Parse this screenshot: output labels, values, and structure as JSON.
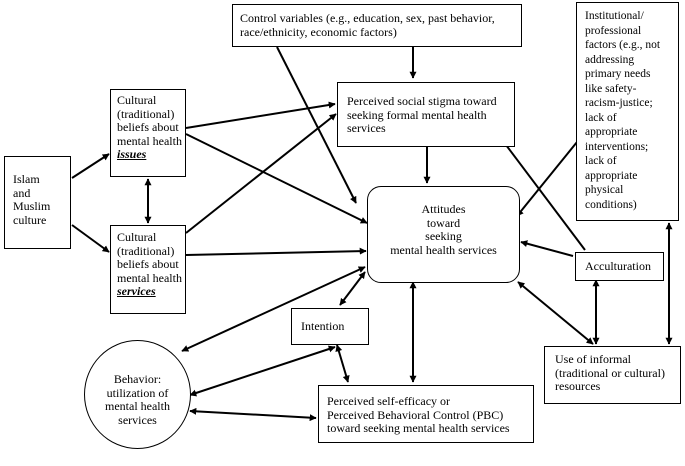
{
  "nodes": {
    "islam": {
      "lines": [
        "Islam",
        "and",
        "Muslim",
        "culture"
      ]
    },
    "cult_issues": {
      "lines": [
        "Cultural",
        "(traditional)",
        "beliefs about",
        "mental health"
      ],
      "emph": "issues"
    },
    "cult_services": {
      "lines": [
        "Cultural",
        "(traditional)",
        "beliefs about",
        "mental health"
      ],
      "emph": "services"
    },
    "control": {
      "lines": [
        "Control variables (e.g., education, sex, past behavior,",
        "race/ethnicity, economic factors)"
      ]
    },
    "stigma": {
      "lines": [
        "Perceived social stigma toward",
        "seeking formal mental health",
        "services"
      ]
    },
    "institutional": {
      "lines": [
        "Institutional/",
        "professional",
        "factors (e.g., not",
        "addressing",
        "primary needs",
        "like safety-",
        "racism-justice;",
        "lack of",
        "appropriate",
        "interventions;",
        "lack of",
        "appropriate",
        "physical",
        "conditions)"
      ]
    },
    "attitudes": {
      "lines": [
        "Attitudes",
        "toward",
        "seeking",
        "mental health services"
      ]
    },
    "acculturation": {
      "lines": [
        "Acculturation"
      ]
    },
    "intention": {
      "lines": [
        "Intention"
      ]
    },
    "informal": {
      "lines": [
        "Use of informal",
        "(traditional or cultural)",
        "resources"
      ]
    },
    "behavior": {
      "lines": [
        "Behavior:",
        "utilization of",
        "mental health",
        "services"
      ]
    },
    "pbc": {
      "lines": [
        "Perceived self-efficacy or",
        "Perceived Behavioral Control (PBC)",
        "toward seeking mental health services"
      ]
    }
  }
}
